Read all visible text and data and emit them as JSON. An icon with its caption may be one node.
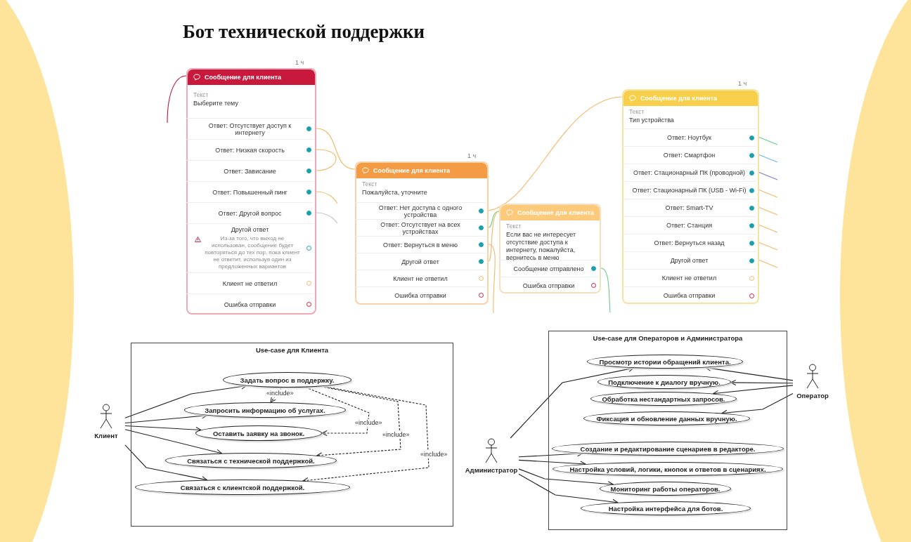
{
  "diagram": {
    "title": "Бот технической поддержки",
    "nodes": [
      {
        "text": [
          "Сообщение для клиента"
        ],
        "beside": [
          "1 ч"
        ]
      },
      {
        "text": [
          "Текст",
          "Выберите тему"
        ],
        "in": 0
      },
      {
        "text": [
          "Ответ: Отсутствует доступ к интернету"
        ],
        "in": 0
      },
      {
        "text": [
          "Ответ: Низкая скорость"
        ],
        "in": 0
      },
      {
        "text": [
          "Ответ: Зависание"
        ],
        "in": 0
      },
      {
        "text": [
          "Ответ: Повышенный пинг"
        ],
        "in": 0
      },
      {
        "text": [
          "Ответ: Другой вопрос"
        ],
        "in": 0
      },
      {
        "text": [
          "Другой ответ",
          "Из-за того, что выход не использован, сообщение будет повторяться до тех пор, пока клиент не ответит, используя один из предложенных вариантов"
        ],
        "in": 0
      },
      {
        "text": [
          "Клиент не ответил"
        ],
        "in": 0
      },
      {
        "text": [
          "Ошибка отправки"
        ],
        "in": 0
      },
      {
        "text": [
          "Сообщение для клиента"
        ],
        "beside": [
          "1 ч"
        ]
      },
      {
        "text": [
          "Текст",
          "Пожалуйста, уточните"
        ],
        "in": 10
      },
      {
        "text": [
          "Ответ: Нет доступа с одного устройства"
        ],
        "in": 10
      },
      {
        "text": [
          "Ответ: Отсутствует на всех устройствах"
        ],
        "in": 10
      },
      {
        "text": [
          "Ответ: Вернуться в меню"
        ],
        "in": 10
      },
      {
        "text": [
          "Другой ответ"
        ],
        "in": 10
      },
      {
        "text": [
          "Клиент не ответил"
        ],
        "in": 10
      },
      {
        "text": [
          "Ошибка отправки"
        ],
        "in": 10
      },
      {
        "text": [
          "Сообщение для клиента"
        ]
      },
      {
        "text": [
          "Текст",
          "Если вас не интересует отсутствие доступа к интернету, пожалуйста, вернитесь в меню"
        ],
        "in": 18
      },
      {
        "text": [
          "Сообщение отправлено"
        ],
        "in": 18
      },
      {
        "text": [
          "Ошибка отправки"
        ],
        "in": 18
      },
      {
        "text": [
          "Сообщение для клиента"
        ],
        "beside": [
          "1 ч"
        ]
      },
      {
        "text": [
          "Текст",
          "Тип устройства"
        ],
        "in": 22
      },
      {
        "text": [
          "Ответ: Ноутбук"
        ],
        "in": 22
      },
      {
        "text": [
          "Ответ: Смартфон"
        ],
        "in": 22
      },
      {
        "text": [
          "Ответ: Стационарный ПК (проводной)"
        ],
        "in": 22
      },
      {
        "text": [
          "Ответ: Стационарный ПК (USB - Wi-Fi)"
        ],
        "in": 22
      },
      {
        "text": [
          "Ответ: Smart-TV"
        ],
        "in": 22
      },
      {
        "text": [
          "Ответ: Станция"
        ],
        "in": 22
      },
      {
        "text": [
          "Ответ: Вернуться назад"
        ],
        "in": 22
      },
      {
        "text": [
          "Другой ответ"
        ],
        "in": 22
      },
      {
        "text": [
          "Клиент не ответил"
        ],
        "in": 22
      },
      {
        "text": [
          "Ошибка отправки"
        ],
        "in": 22
      },
      {
        "text": [
          "Use-case для Клиента"
        ]
      },
      {
        "text": [
          "Задать вопрос в поддержку."
        ],
        "in": 34
      },
      {
        "text": [
          "Запросить информацию об услугах."
        ],
        "in": 34
      },
      {
        "text": [
          "Оставить заявку на звонок."
        ],
        "in": 34
      },
      {
        "text": [
          "Связаться с технической поддержкой."
        ],
        "in": 34
      },
      {
        "text": [
          "Связаться с клиентской поддержкой."
        ],
        "in": 34
      },
      {
        "text": [
          "Клиент"
        ]
      },
      {
        "text": [
          "Use-case для Операторов и Администратора"
        ]
      },
      {
        "text": [
          "Просмотр истории обращений клиента."
        ],
        "in": 41
      },
      {
        "text": [
          "Подключение к диалогу вручную."
        ],
        "in": 41
      },
      {
        "text": [
          "Обработка нестандартных запросов."
        ],
        "in": 41
      },
      {
        "text": [
          "Фиксация и обновление данных вручную."
        ],
        "in": 41
      },
      {
        "text": [
          "Создание и редактирование сценариев в редакторе."
        ],
        "in": 41
      },
      {
        "text": [
          "Настройка условий, логики, кнопок и ответов в сценариях."
        ],
        "in": 41
      },
      {
        "text": [
          "Мониторинг работы операторов."
        ],
        "in": 41
      },
      {
        "text": [
          "Настройка интерфейса для ботов."
        ],
        "in": 41
      },
      {
        "text": [
          "Оператор"
        ]
      },
      {
        "text": [
          "Администратор"
        ]
      }
    ],
    "edges": [
      {
        "from": null,
        "to": 0,
        "arrow": "none",
        "color": "#c0143c"
      },
      {
        "from": 2,
        "to": 10,
        "arrow": "none",
        "color": "#f3b867"
      },
      {
        "from": 3,
        "to": null,
        "arrow": "none",
        "color": "#f3b867"
      },
      {
        "from": 4,
        "to": null,
        "arrow": "none",
        "color": "#f3b867"
      },
      {
        "from": 5,
        "to": null,
        "arrow": "none",
        "color": "#f3b867"
      },
      {
        "from": 6,
        "to": null,
        "arrow": "none",
        "color": "#c8c8c8"
      },
      {
        "from": 12,
        "to": 22,
        "arrow": "none",
        "color": "#f3b867"
      },
      {
        "from": 13,
        "to": 18,
        "arrow": "none",
        "color": "#66cc88"
      },
      {
        "from": 14,
        "to": null,
        "arrow": "none",
        "color": "#f3b867"
      },
      {
        "from": 15,
        "to": 18,
        "arrow": "none",
        "color": "#f3b867"
      },
      {
        "from": 20,
        "to": null,
        "arrow": "none",
        "color": "#66cc88"
      },
      {
        "from": 24,
        "to": null,
        "arrow": "none",
        "color": "#66cc88"
      },
      {
        "from": 25,
        "to": null,
        "arrow": "none",
        "color": "#66bbee"
      },
      {
        "from": 26,
        "to": null,
        "arrow": "none",
        "color": "#8877cc"
      },
      {
        "from": 27,
        "to": null,
        "arrow": "none",
        "color": "#f3b867"
      },
      {
        "from": 28,
        "to": null,
        "arrow": "none",
        "color": "#f3b867"
      },
      {
        "from": 29,
        "to": null,
        "arrow": "none",
        "color": "#f3b867"
      },
      {
        "from": 30,
        "to": null,
        "arrow": "none",
        "color": "#f3b867"
      },
      {
        "from": 31,
        "to": null,
        "arrow": "none",
        "color": "#f3b867"
      },
      {
        "from": 40,
        "to": 35,
        "arrow": "to",
        "color": "#222222"
      },
      {
        "from": 40,
        "to": 36,
        "arrow": "to",
        "color": "#222222"
      },
      {
        "from": 40,
        "to": 37,
        "arrow": "to",
        "color": "#222222"
      },
      {
        "from": 40,
        "to": 38,
        "arrow": "to",
        "color": "#222222"
      },
      {
        "from": 40,
        "to": 39,
        "arrow": "to",
        "color": "#222222"
      },
      {
        "from": 35,
        "to": 36,
        "arrow": "to",
        "label": "«include»",
        "style": "dashed",
        "color": "#222222"
      },
      {
        "from": 35,
        "to": 37,
        "arrow": "to",
        "label": "«include»",
        "style": "dashed",
        "color": "#222222"
      },
      {
        "from": 35,
        "to": 38,
        "arrow": "to",
        "label": "«include»",
        "style": "dashed",
        "color": "#222222"
      },
      {
        "from": 35,
        "to": 39,
        "arrow": "to",
        "label": "«include»",
        "style": "dashed",
        "color": "#222222"
      },
      {
        "from": 50,
        "to": 42,
        "arrow": "to",
        "color": "#222222"
      },
      {
        "from": 50,
        "to": 43,
        "arrow": "to",
        "color": "#222222"
      },
      {
        "from": 50,
        "to": 44,
        "arrow": "to",
        "color": "#222222"
      },
      {
        "from": 50,
        "to": 45,
        "arrow": "to",
        "color": "#222222"
      },
      {
        "from": 51,
        "to": 42,
        "arrow": "to",
        "color": "#222222"
      },
      {
        "from": 51,
        "to": 46,
        "arrow": "to",
        "color": "#222222"
      },
      {
        "from": 51,
        "to": 47,
        "arrow": "to",
        "color": "#222222"
      },
      {
        "from": 51,
        "to": 48,
        "arrow": "to",
        "color": "#222222"
      },
      {
        "from": 51,
        "to": 49,
        "arrow": "to",
        "color": "#222222"
      }
    ]
  }
}
